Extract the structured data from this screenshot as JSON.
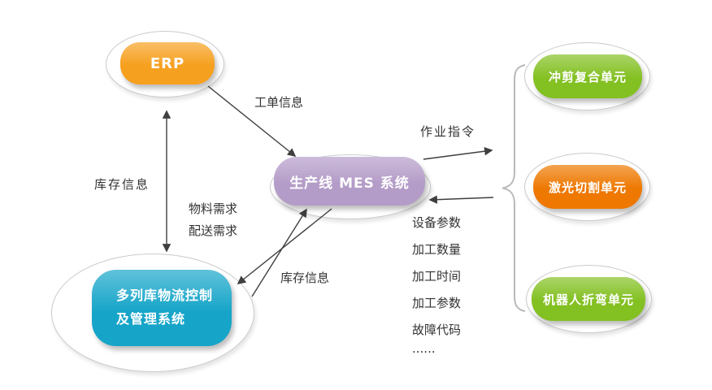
{
  "diagram": {
    "nodes": {
      "erp": {
        "label": "ERP",
        "color": "#F6A01F"
      },
      "mes": {
        "label": "生产线 MES 系统",
        "color": "#B49CC8"
      },
      "warehouse": {
        "line1": "多列库物流控制",
        "line2": "及管理系统",
        "color": "#16A5C9"
      },
      "punch_unit": {
        "label": "冲剪复合单元",
        "color": "#83C021"
      },
      "laser_unit": {
        "label": "激光切割单元",
        "color": "#EE7800"
      },
      "robot_unit": {
        "label": "机器人折弯单元",
        "color": "#83C021"
      }
    },
    "edge_labels": {
      "work_order": "工单信息",
      "inventory_erp": "库存信息",
      "material_demand": "物料需求",
      "delivery_demand": "配送需求",
      "inventory_mes": "库存信息",
      "job_command": "作业指令"
    },
    "feedback_items": [
      "设备参数",
      "加工数量",
      "加工时间",
      "加工参数",
      "故障代码",
      "......"
    ],
    "colors": {
      "line": "#3F3F3F",
      "platter_border": "#CBCBCB",
      "label_text": "#333333",
      "background": "#FFFFFF"
    }
  }
}
